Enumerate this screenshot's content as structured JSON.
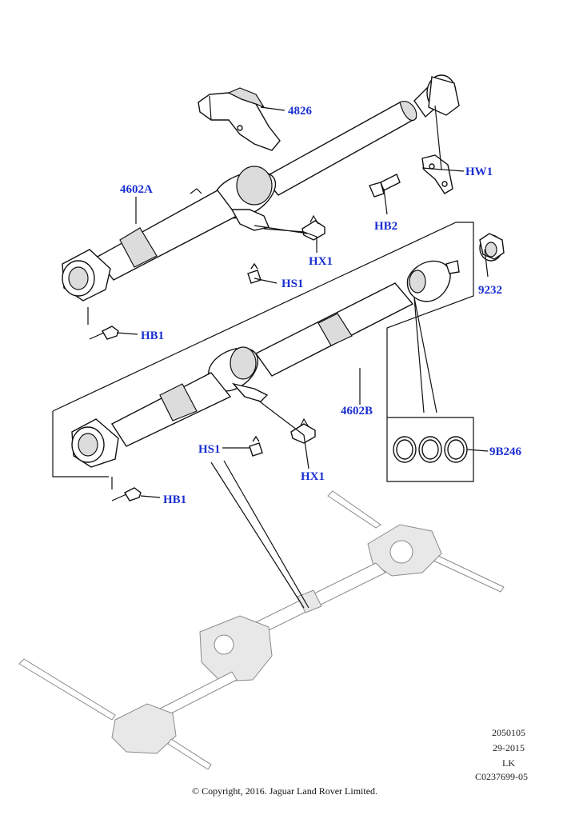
{
  "callouts": {
    "c4826": "4826",
    "c4602A": "4602A",
    "cHW1": "HW1",
    "cHB2": "HB2",
    "cHX1_top": "HX1",
    "cHS1_top": "HS1",
    "cHB1_top": "HB1",
    "c9232": "9232",
    "c4602B": "4602B",
    "c9B246": "9B246",
    "cHS1_bottom": "HS1",
    "cHX1_bottom": "HX1",
    "cHB1_bottom": "HB1"
  },
  "reference": {
    "line1": "2050105",
    "line2": "29-2015",
    "line3": "LK",
    "line4": "C0237699-05"
  },
  "copyright": "© Copyright, 2016. Jaguar Land Rover Limited.",
  "colors": {
    "callout": "#1a2fd1",
    "linework": "#111111",
    "shading": "#dcdcdc"
  }
}
